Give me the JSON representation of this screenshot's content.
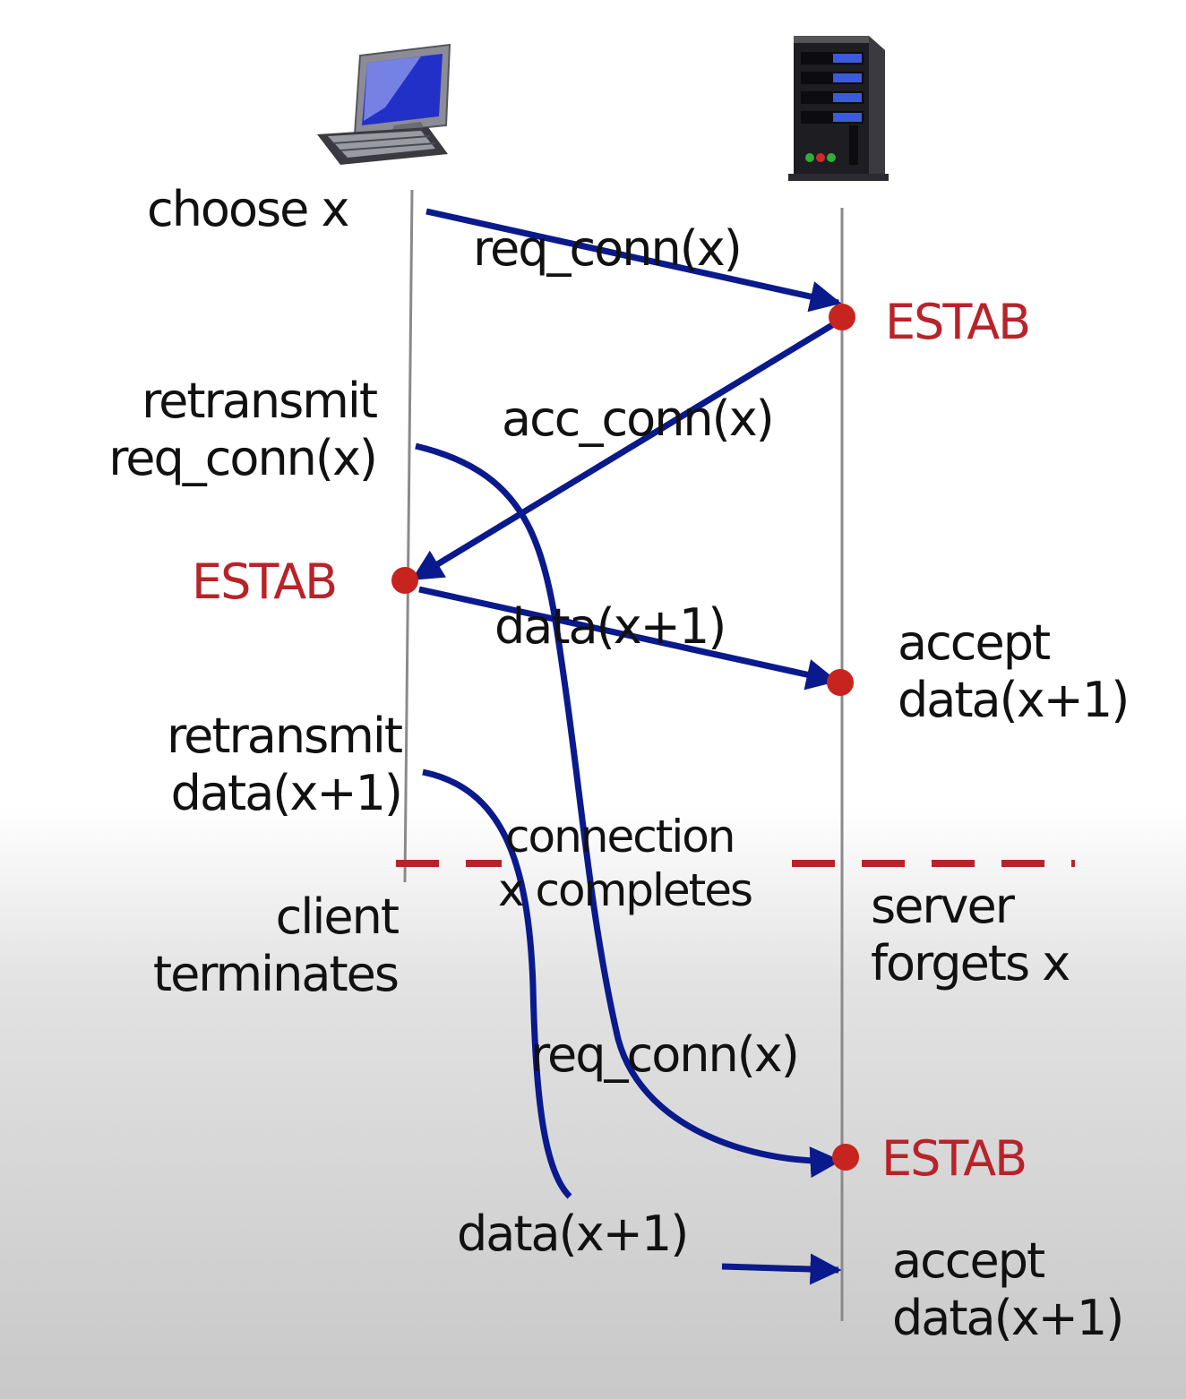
{
  "colors": {
    "arrow": "#0a1a8c",
    "state": "#b8232a",
    "dot": "#c8241f",
    "divider": "#b8232a",
    "timeline": "#888888"
  },
  "icons": {
    "client": "desktop-computer-icon",
    "server": "server-tower-icon"
  },
  "client": {
    "choose": "choose x",
    "retransmit_req": [
      "retransmit",
      "req_conn(x)"
    ],
    "estab": "ESTAB",
    "retransmit_data": [
      "retransmit",
      "data(x+1)"
    ],
    "terminates": [
      "client",
      "terminates"
    ]
  },
  "server": {
    "estab1": "ESTAB",
    "accept1": [
      "accept",
      "data(x+1)"
    ],
    "forgets": [
      "server",
      "forgets x"
    ],
    "estab2": "ESTAB",
    "accept2": [
      "accept",
      "data(x+1)"
    ]
  },
  "messages": {
    "req1": "req_conn(x)",
    "acc": "acc_conn(x)",
    "data1": "data(x+1)",
    "completes": [
      "connection",
      "x completes"
    ],
    "req2": "req_conn(x)",
    "data2": "data(x+1)"
  }
}
